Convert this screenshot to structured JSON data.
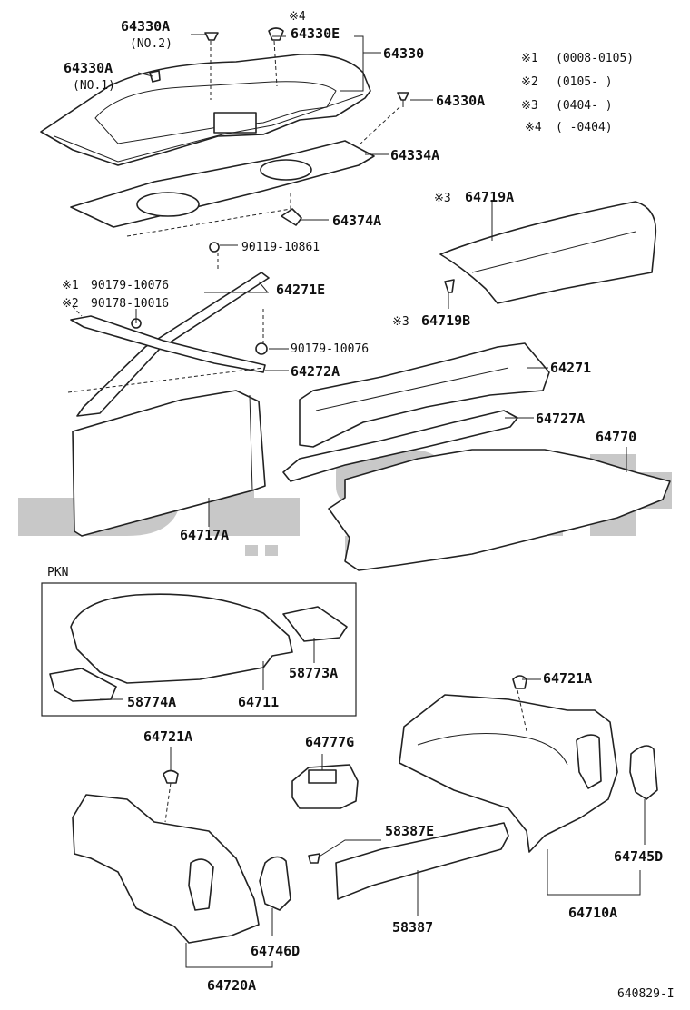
{
  "diagram_id": "640829-I",
  "labels": {
    "p64330a_no2": "64330A",
    "p64330a_no2_sub": "(NO.2)",
    "p64330a_no1": "64330A",
    "p64330a_no1_sub": "(NO.1)",
    "p64330e_mark": "※4",
    "p64330e": "64330E",
    "p64330": "64330",
    "p64330a_r": "64330A",
    "p64334a": "64334A",
    "p64374a": "64374A",
    "p90119": "90119-10861",
    "p90179_1": "90179-10076",
    "p90178": "90178-10016",
    "m1": "※1",
    "m2": "※2",
    "p64271e": "64271E",
    "p90179_2": "90179-10076",
    "p64272a": "64272A",
    "p64717a": "64717A",
    "p64719a_mark": "※3",
    "p64719a": "64719A",
    "p64719b_mark": "※3",
    "p64719b": "64719B",
    "p64271": "64271",
    "p64727a": "64727A",
    "p64770": "64770",
    "pkn": "PKN",
    "p58773a": "58773A",
    "p58774a": "58774A",
    "p64711": "64711",
    "p64721a_r": "64721A",
    "p64721a_l": "64721A",
    "p64777g": "64777G",
    "p58387e": "58387E",
    "p58387": "58387",
    "p64745d": "64745D",
    "p64710a": "64710A",
    "p64746d": "64746D",
    "p64720a": "64720A"
  },
  "notes": [
    {
      "mark": "※1",
      "range": "(0008-0105)"
    },
    {
      "mark": "※2",
      "range": "(0105-     )"
    },
    {
      "mark": "※3",
      "range": "(0404-     )"
    },
    {
      "mark": "※4",
      "range": "(     -0404)"
    }
  ]
}
